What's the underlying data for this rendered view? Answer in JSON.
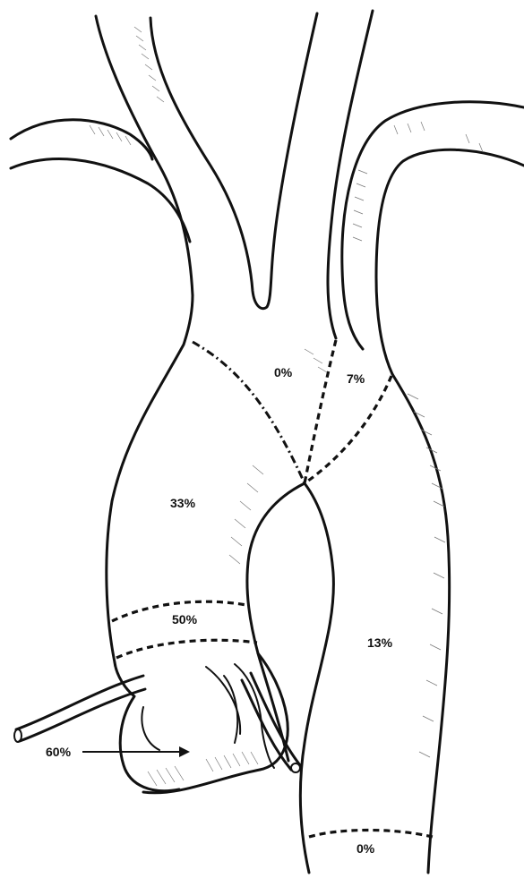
{
  "labels": {
    "zone_arch_proximal": "0%",
    "zone_arch_distal": "7%",
    "zone_ascending_upper": "33%",
    "zone_ascending_lower": "50%",
    "zone_root": "60%",
    "zone_descending": "13%",
    "zone_descending_distal": "0%"
  },
  "colors": {
    "ink": "#111111",
    "shading": "#777777",
    "background": "#ffffff"
  }
}
